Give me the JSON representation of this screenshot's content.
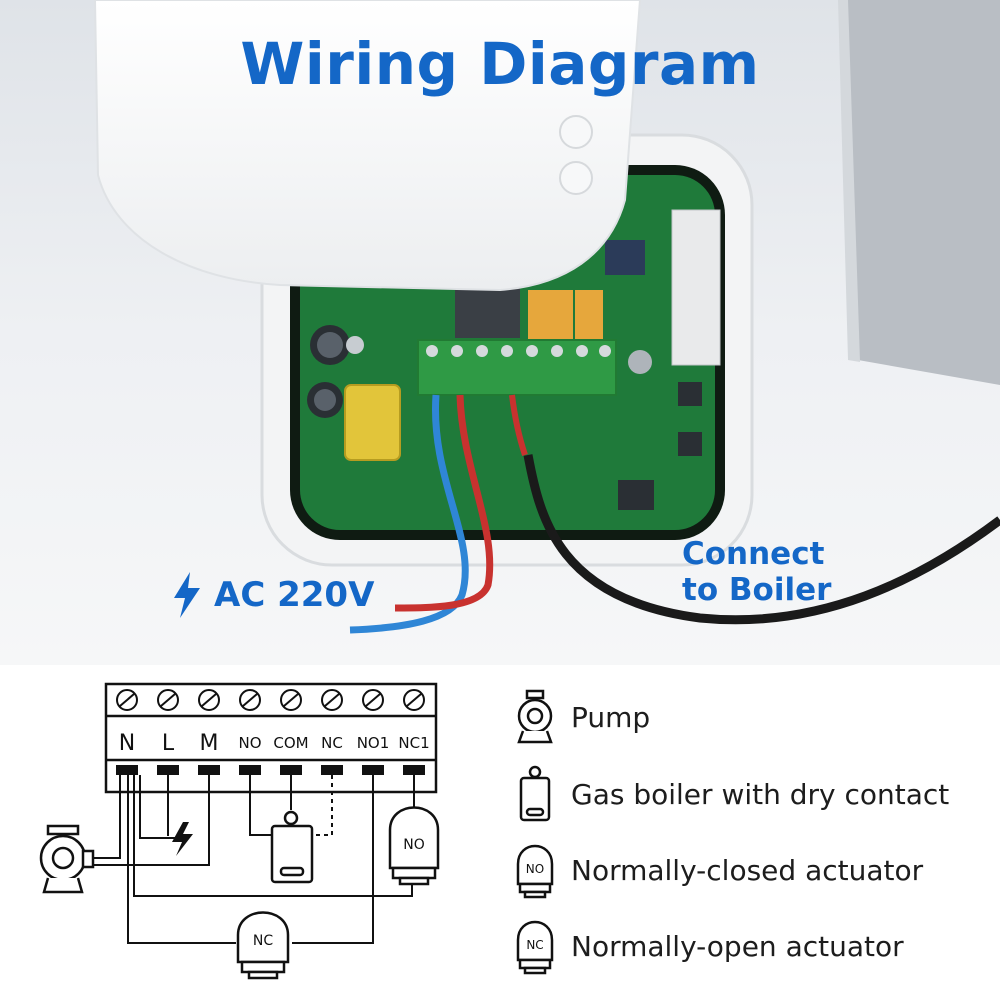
{
  "title": "Wiring Diagram",
  "ac_label": "AC 220V",
  "boiler_label": [
    "Connect",
    "to Boiler"
  ],
  "terminals": [
    "N",
    "L",
    "M",
    "NO",
    "COM",
    "NC",
    "NO1",
    "NC1"
  ],
  "device_labels": {
    "actuator_right": "NO",
    "actuator_bottom": "NC"
  },
  "legend": [
    {
      "icon": "pump-icon",
      "label": "Pump"
    },
    {
      "icon": "gas-boiler-icon",
      "label": "Gas boiler with dry contact"
    },
    {
      "icon": "actuator-no-icon",
      "icon_text": "NO",
      "label": "Normally-closed actuator"
    },
    {
      "icon": "actuator-nc-icon",
      "icon_text": "NC",
      "label": "Normally-open actuator"
    }
  ],
  "colors": {
    "accent": "#1467c7",
    "pcb": "#1f7a3a",
    "terminal_block": "#2f9a45",
    "wire_blue": "#2f86d6",
    "wire_red": "#c8322f",
    "cable": "#1a1a1a"
  }
}
